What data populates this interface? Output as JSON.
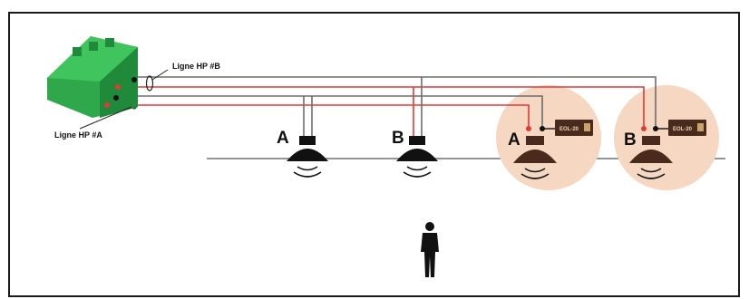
{
  "labels": {
    "line_b": "Ligne HP #B",
    "line_a": "Ligne HP #A"
  },
  "speakers": [
    {
      "letter": "A",
      "has_eol": false
    },
    {
      "letter": "B",
      "has_eol": false
    },
    {
      "letter": "A",
      "has_eol": true,
      "eol_text": "EOL-20"
    },
    {
      "letter": "B",
      "has_eol": true,
      "eol_text": "EOL-20"
    }
  ],
  "colors": {
    "wire_red": "#e53935",
    "wire_gray": "#6d6d6d",
    "connector_green": "#2ea84a",
    "eol_circle": "#f6d7c2",
    "speaker_black": "#111111",
    "speaker_brown": "#4a2a1c"
  },
  "icons": [
    "terminal-block-connector",
    "speaker-icon",
    "eol-module-icon",
    "person-silhouette-icon"
  ]
}
